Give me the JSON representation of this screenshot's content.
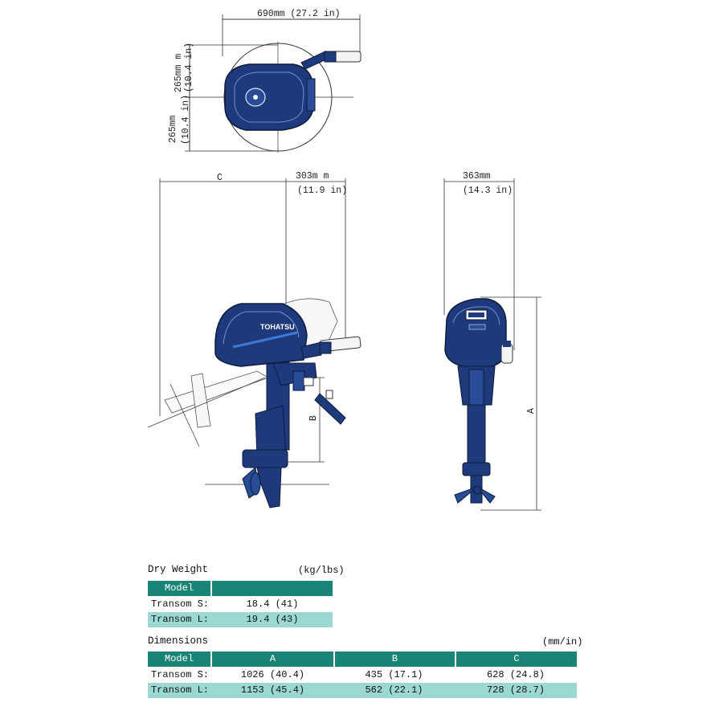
{
  "diagram": {
    "top_view": {
      "width_label": "690mm (27.2 in)",
      "upper_height_label_mm": "265mm m",
      "upper_height_label_in": "(10.4 in)",
      "lower_height_label_mm": "265mm",
      "lower_height_label_in": "(10.4 in)"
    },
    "side_view": {
      "c_label": "C",
      "offset_label_mm": "303m m",
      "offset_label_in": "(11.9 in)",
      "b_label": "B",
      "brand": "TOHATSU"
    },
    "rear_view": {
      "width_label_mm": "363mm",
      "width_label_in": "(14.3 in)",
      "a_label": "A"
    },
    "colors": {
      "engine_blue": "#1f3a7a",
      "accent_teal": "#1a8576",
      "light_teal": "#9ad8d1"
    }
  },
  "dry_weight": {
    "title": "Dry Weight",
    "unit": "(kg/lbs)",
    "header_label": "Model",
    "rows": [
      {
        "label": "Transom S:",
        "value": "18.4 (41)"
      },
      {
        "label": "Transom L:",
        "value": "19.4 (43)"
      }
    ]
  },
  "dimensions": {
    "title": "Dimensions",
    "unit": "(mm/in)",
    "header": [
      "Model",
      "A",
      "B",
      "C"
    ],
    "rows": [
      {
        "label": "Transom S:",
        "a": "1026 (40.4)",
        "b": "435 (17.1)",
        "c": "628 (24.8)"
      },
      {
        "label": "Transom L:",
        "a": "1153 (45.4)",
        "b": "562 (22.1)",
        "c": "728 (28.7)"
      }
    ]
  }
}
